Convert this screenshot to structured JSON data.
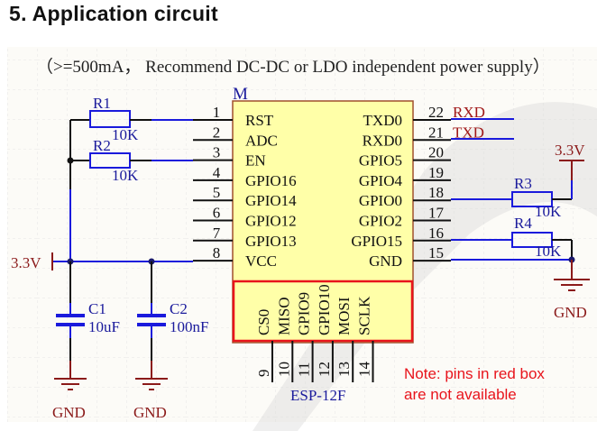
{
  "header": {
    "title": "5. Application circuit"
  },
  "diagram": {
    "supply_note": "（>=500mA，  Recommend DC-DC or LDO independent power supply）",
    "module_designator": "M",
    "module_name": "ESP-12F",
    "left_pins": [
      {
        "num": "1",
        "name": "RST"
      },
      {
        "num": "2",
        "name": "ADC"
      },
      {
        "num": "3",
        "name": "EN"
      },
      {
        "num": "4",
        "name": "GPIO16"
      },
      {
        "num": "5",
        "name": "GPIO14"
      },
      {
        "num": "6",
        "name": "GPIO12"
      },
      {
        "num": "7",
        "name": "GPIO13"
      },
      {
        "num": "8",
        "name": "VCC"
      }
    ],
    "right_pins": [
      {
        "num": "22",
        "name": "TXD0",
        "net": "RXD"
      },
      {
        "num": "21",
        "name": "RXD0",
        "net": "TXD"
      },
      {
        "num": "20",
        "name": "GPIO5",
        "net": ""
      },
      {
        "num": "19",
        "name": "GPIO4",
        "net": ""
      },
      {
        "num": "18",
        "name": "GPIO0",
        "net": ""
      },
      {
        "num": "17",
        "name": "GPIO2",
        "net": ""
      },
      {
        "num": "16",
        "name": "GPIO15",
        "net": ""
      },
      {
        "num": "15",
        "name": "GND",
        "net": ""
      }
    ],
    "bottom_pins": [
      {
        "num": "9",
        "name": "CS0"
      },
      {
        "num": "10",
        "name": "MISO"
      },
      {
        "num": "11",
        "name": "GPIO9"
      },
      {
        "num": "12",
        "name": "GPIO10"
      },
      {
        "num": "13",
        "name": "MOSI"
      },
      {
        "num": "14",
        "name": "SCLK"
      }
    ],
    "resistors": [
      {
        "ref": "R1",
        "value": "10K"
      },
      {
        "ref": "R2",
        "value": "10K"
      },
      {
        "ref": "R3",
        "value": "10K"
      },
      {
        "ref": "R4",
        "value": "10K"
      }
    ],
    "capacitors": [
      {
        "ref": "C1",
        "value": "10uF"
      },
      {
        "ref": "C2",
        "value": "100nF"
      }
    ],
    "power_left": "3.3V",
    "power_right": "3.3V",
    "gnd_label": "GND",
    "note_line1": "Note: pins in red box",
    "note_line2": "are not available"
  },
  "colors": {
    "wire_blue": "#1a1adc",
    "power_red": "#8b1a1a",
    "chip_fill": "#ffffa8",
    "chip_border": "#a0502d",
    "red_box": "#e8141c",
    "note_red": "#e8141c",
    "grid": "#e8e8e8"
  }
}
